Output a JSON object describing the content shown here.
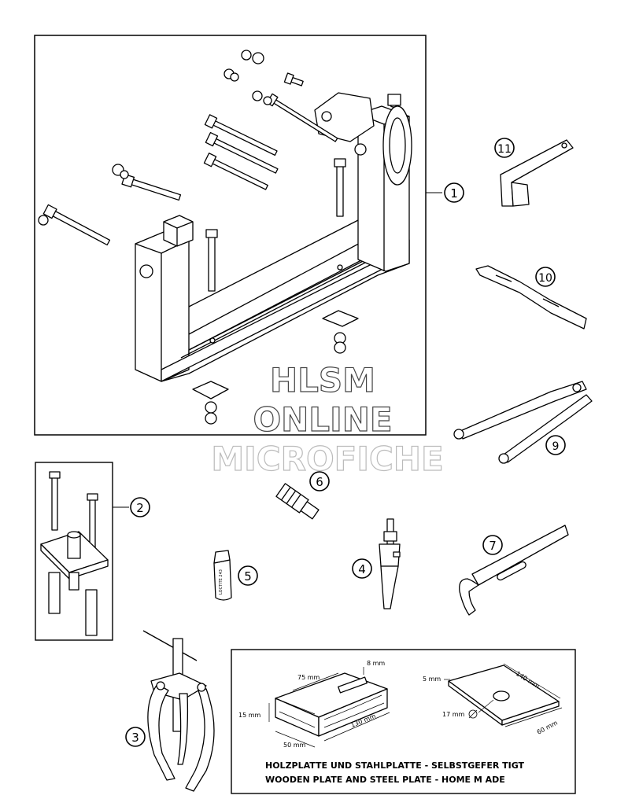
{
  "callouts": {
    "c1": "1",
    "c2": "2",
    "c3": "3",
    "c4": "4",
    "c5": "5",
    "c6": "6",
    "c7": "7",
    "c8": "9",
    "c9": "10",
    "c10": "11"
  },
  "watermark": {
    "line1": "HLSM",
    "line2": "ONLINE",
    "line3": "MICROFICHE"
  },
  "item5_label": "LOCTITE 243",
  "plates": {
    "wood_dims": {
      "length_top": "75 mm",
      "thickness": "8 mm",
      "height": "15 mm",
      "width": "50 mm",
      "length": "130 mm"
    },
    "steel_dims": {
      "thickness": "5 mm",
      "length": "140 mm",
      "hole": "17 mm",
      "width": "60 mm"
    },
    "caption_de": "HOLZPLATTE UND STAHLPLATTE - SELBSTGEFER TIGT",
    "caption_en": "WOODEN PLATE AND STEEL PLATE - HOME M ADE"
  }
}
